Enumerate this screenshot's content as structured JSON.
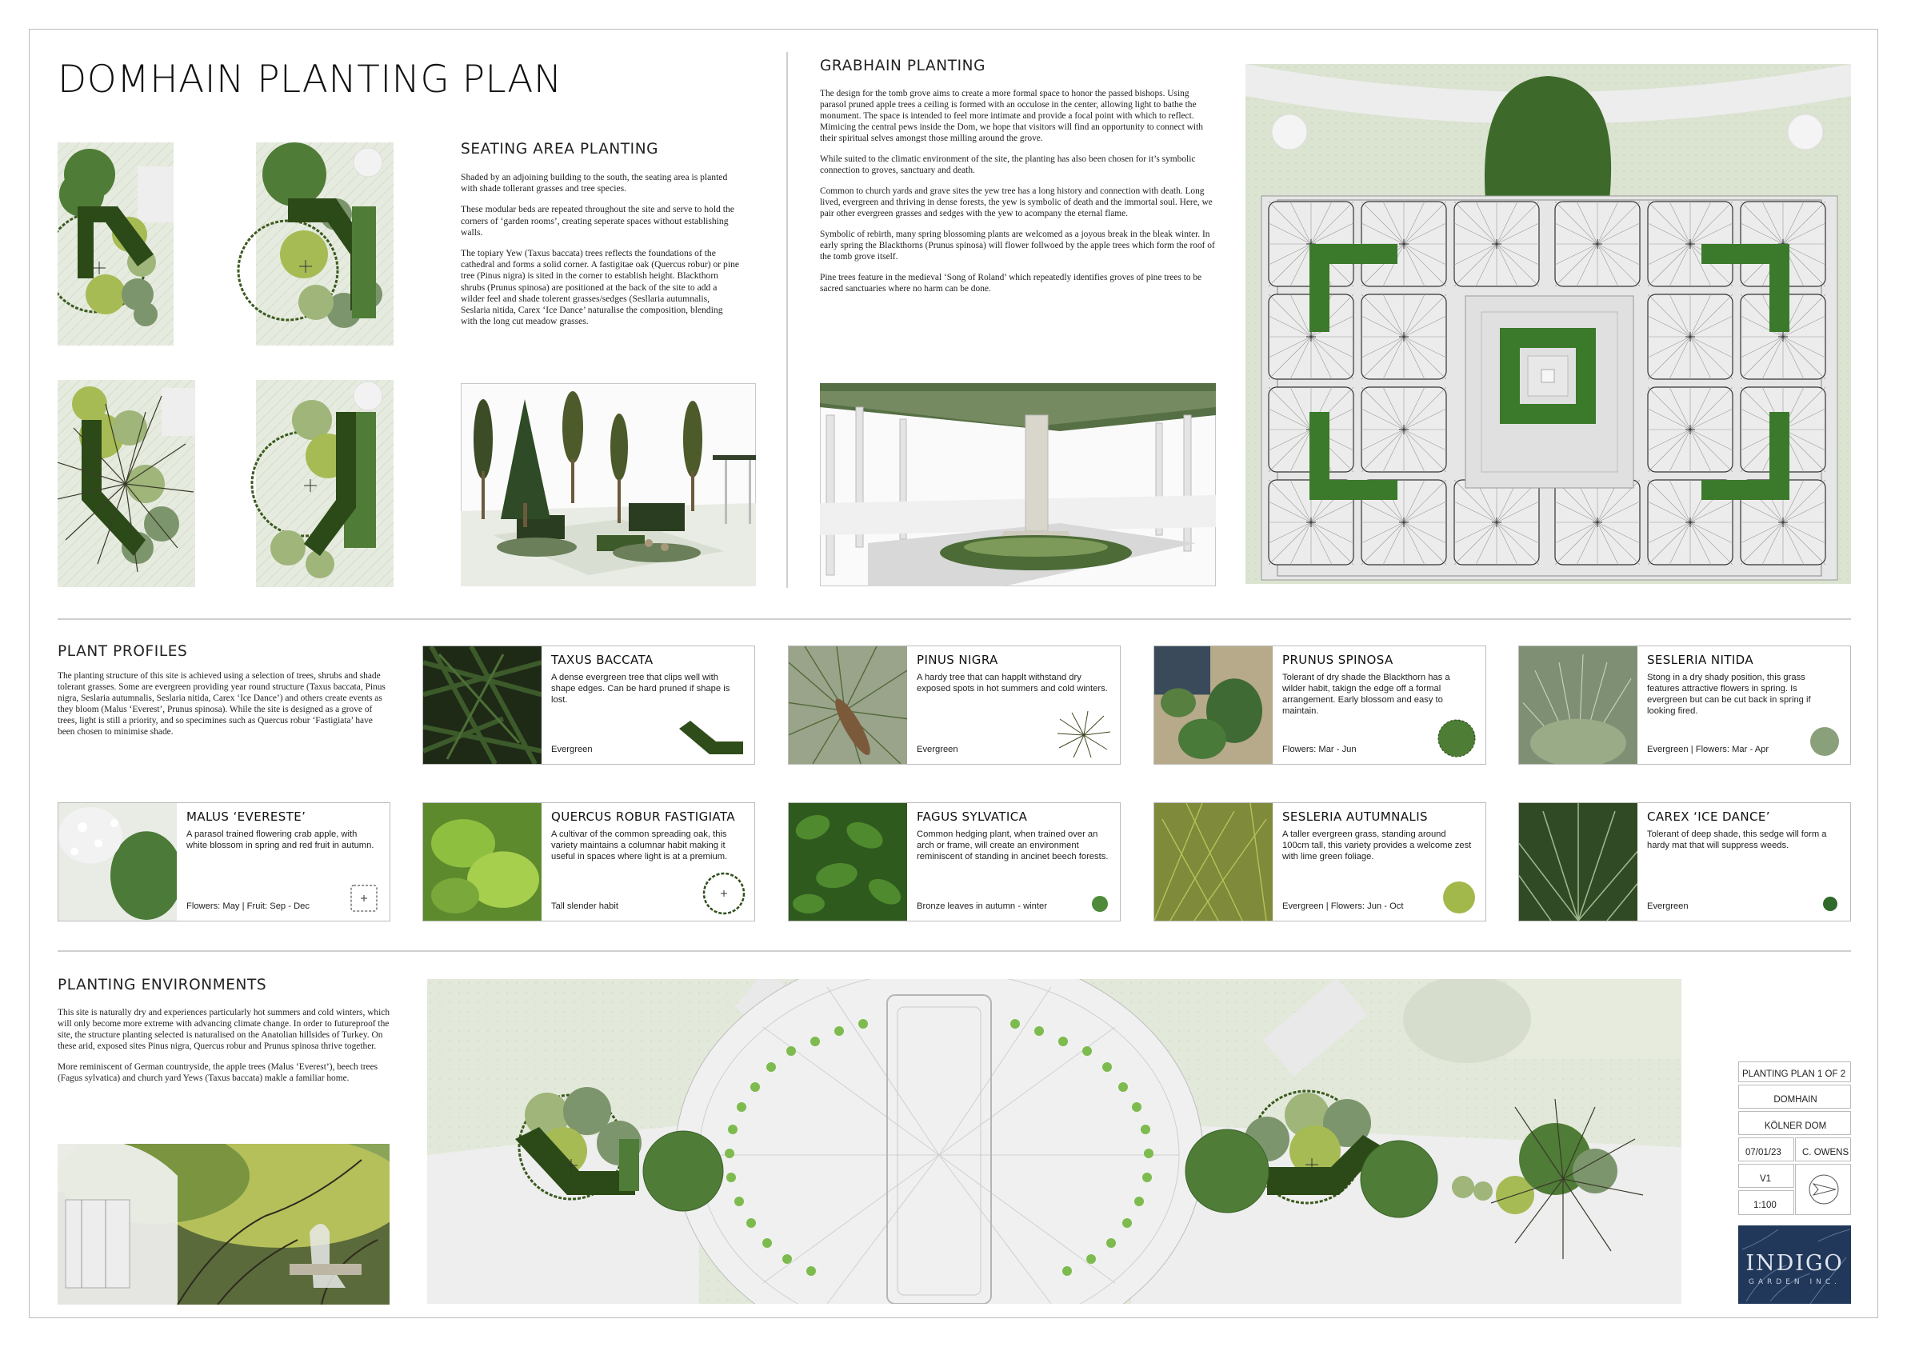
{
  "title": "DOMHAIN PLANTING PLAN",
  "seating": {
    "heading": "SEATING AREA PLANTING",
    "paragraphs": [
      "Shaded by an adjoining building to the south, the seating area is planted with shade tollerant grasses and tree species.",
      "These modular beds are repeated throughout the site and serve to hold the corners of ‘garden rooms’, creating seperate spaces without establishing walls.",
      "The topiary Yew (Taxus baccata) trees reflects the foundations of the cathedral and forms a solid corner. A fastigitae oak (Quercus robur) or pine tree (Pinus nigra) is sited in the corner to establish height. Blackthorn shrubs (Prunus spinosa) are positioned at the back of the site to add a wilder feel and shade tolerent grasses/sedges (Sesllaria autumnalis, Seslaria nitida, Carex ‘Ice Dance’ naturalise the composition, blending with the long cut meadow grasses."
    ]
  },
  "grabhain": {
    "heading": "GRABHAIN PLANTING",
    "paragraphs": [
      "The design for the tomb grove aims to create a more formal space to honor the passed bishops. Using parasol pruned apple trees a ceiling is formed with an occulose in the center, allowing light to bathe the monument. The space is intended to feel more intimate and provide a focal point with which to reflect. Mimicing the central pews inside the Dom, we hope that visitors will find an opportunity to connect with their spiritual selves amongst those milling around the grove.",
      "While suited to the climatic environment of the site, the planting has also been chosen for it’s symbolic connection to groves, sanctuary and death.",
      "Common to church yards and grave sites the yew tree has a long history and connection with death. Long lived, evergreen and thriving in dense forests, the yew is symbolic of death and the immortal soul. Here, we pair other evergreen grasses and sedges with the yew to acompany the eternal flame.",
      "Symbolic of rebirth, many spring blossoming plants are welcomed as a joyous break in the bleak winter. In early spring the Blackthorns (Prunus spinosa) will flower follwoed by the apple trees which form the roof of the tomb grove itself.",
      "Pine trees feature in the medieval ‘Song of Roland’ which repeatedly identifies groves of pine trees to be sacred sanctuaries where no harm can be done."
    ]
  },
  "profiles": {
    "heading": "PLANT PROFILES",
    "paragraph": "The planting structure of this site is achieved using a selection of trees, shrubs and shade tolerant grasses. Some are evergreen providing year round structure (Taxus baccata, Pinus nigra, Seslaria autumnalis, Seslaria nitida, Carex ‘Ice Dance’) and others create events as they bloom (Malus ‘Everest’, Prunus spinosa). While the site is designed as a grove of trees, light is still a priority, and so specimines such as Quercus robur ‘Fastigiata’ have been chosen to minimise shade.",
    "cards": [
      {
        "name": "TAXUS BACCATA",
        "desc": "A dense evergreen tree that clips well with shape edges. Can be hard pruned if shape is lost.",
        "foot": "Evergreen",
        "icon": "yew-hedge-icon"
      },
      {
        "name": "PINUS NIGRA",
        "desc": "A hardy tree that can happlt withstand dry exposed spots in hot summers and cold winters.",
        "foot": "Evergreen",
        "icon": "pine-starburst-icon"
      },
      {
        "name": "PRUNUS SPINOSA",
        "desc": "Tolerant of dry shade the Blackthorn has a wilder habit, takign the edge off a formal arrangement. Early blossom and easy to maintain.",
        "foot": "Flowers: Mar - Jun",
        "icon": "blackthorn-shrub-icon"
      },
      {
        "name": "SESLERIA NITIDA",
        "desc": "Stong in a dry shady position, this grass features attractive flowers in spring. Is evergreen but can be cut back in spring if looking fired.",
        "foot": "Evergreen | Flowers: Mar - Apr",
        "icon": "grass-dot-icon"
      },
      {
        "name": "MALUS ‘EVERESTE’",
        "desc": "A parasol trained flowering crab apple, with white blossom in spring and red fruit in autumn.",
        "foot": "Flowers: May | Fruit: Sep - Dec",
        "icon": "parasol-apple-icon"
      },
      {
        "name": "QUERCUS ROBUR FASTIGIATA",
        "desc": "A cultivar of the common spreading oak, this variety maintains a columnar habit making it useful in spaces where light is at a premium.",
        "foot": "Tall slender habit",
        "icon": "oak-canopy-icon"
      },
      {
        "name": "FAGUS SYLVATICA",
        "desc": "Common hedging plant, when trained over an arch or frame, will create an environment reminiscent of standing in ancinet beech forests.",
        "foot": "Bronze leaves in autumn - winter",
        "icon": "beech-dot-icon"
      },
      {
        "name": "SESLERIA AUTUMNALIS",
        "desc": "A taller evergreen grass, standing around 100cm tall, this variety provides a welcome zest with lime green foliage.",
        "foot": "Evergreen | Flowers: Jun - Oct",
        "icon": "lime-grass-dot-icon"
      },
      {
        "name": "CAREX ‘ICE DANCE’",
        "desc": "Tolerant of deep shade, this sedge will form a hardy mat that will suppress weeds.",
        "foot": "Evergreen",
        "icon": "sedge-dot-icon"
      }
    ]
  },
  "environments": {
    "heading": "PLANTING ENVIRONMENTS",
    "paragraphs": [
      "This site is naturally dry and experiences particularly hot summers and cold winters, which will only become more extreme with advancing climate change. In order to futureproof the site, the structure planting selected is naturalised on the Anatolian hillsides of Turkey. On these arid, exposed sites Pinus nigra, Quercus robur and Prunus spinosa thrive together.",
      "More reminiscent of German countryside, the apple trees (Malus ‘Everest’), beech trees (Fagus sylvatica) and church yard Yews (Taxus baccata) makle a familiar home."
    ]
  },
  "titleblock": {
    "drawing": "PLANTING PLAN 1 OF 2",
    "project": "DOMHAIN",
    "client": "KÖLNER DOM",
    "date": "07/01/23",
    "drawn": "C. OWENS",
    "version": "V1",
    "scale": "1:100",
    "logo": "INDIGO",
    "logo_sub": "GARDEN INC."
  },
  "colors": {
    "dark_green": "#2f4d1a",
    "mid_green": "#4e7d36",
    "sage": "#8aa07a",
    "lime": "#a3b84a",
    "pale_site": "#dfe6d6",
    "paving": "#ececec",
    "logo_bg": "#22385a"
  }
}
